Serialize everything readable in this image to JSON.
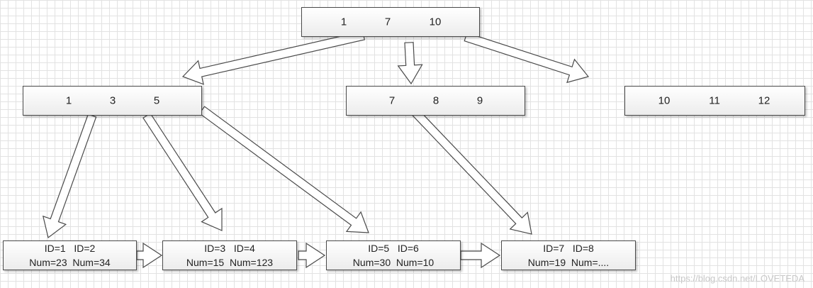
{
  "root": {
    "keys": [
      "1",
      "7",
      "10"
    ]
  },
  "internal_nodes": [
    {
      "keys": [
        "1",
        "3",
        "5"
      ]
    },
    {
      "keys": [
        "7",
        "8",
        "9"
      ]
    },
    {
      "keys": [
        "10",
        "11",
        "12"
      ]
    }
  ],
  "leaves": [
    {
      "line1": "ID=1   ID=2",
      "line2": "Num=23  Num=34"
    },
    {
      "line1": "ID=3   ID=4",
      "line2": "Num=15  Num=123"
    },
    {
      "line1": "ID=5   ID=6",
      "line2": "Num=30  Num=10"
    },
    {
      "line1": "ID=7   ID=8",
      "line2": "Num=19  Num=...."
    }
  ],
  "watermark": "https://blog.csdn.net/LOVETEDA"
}
